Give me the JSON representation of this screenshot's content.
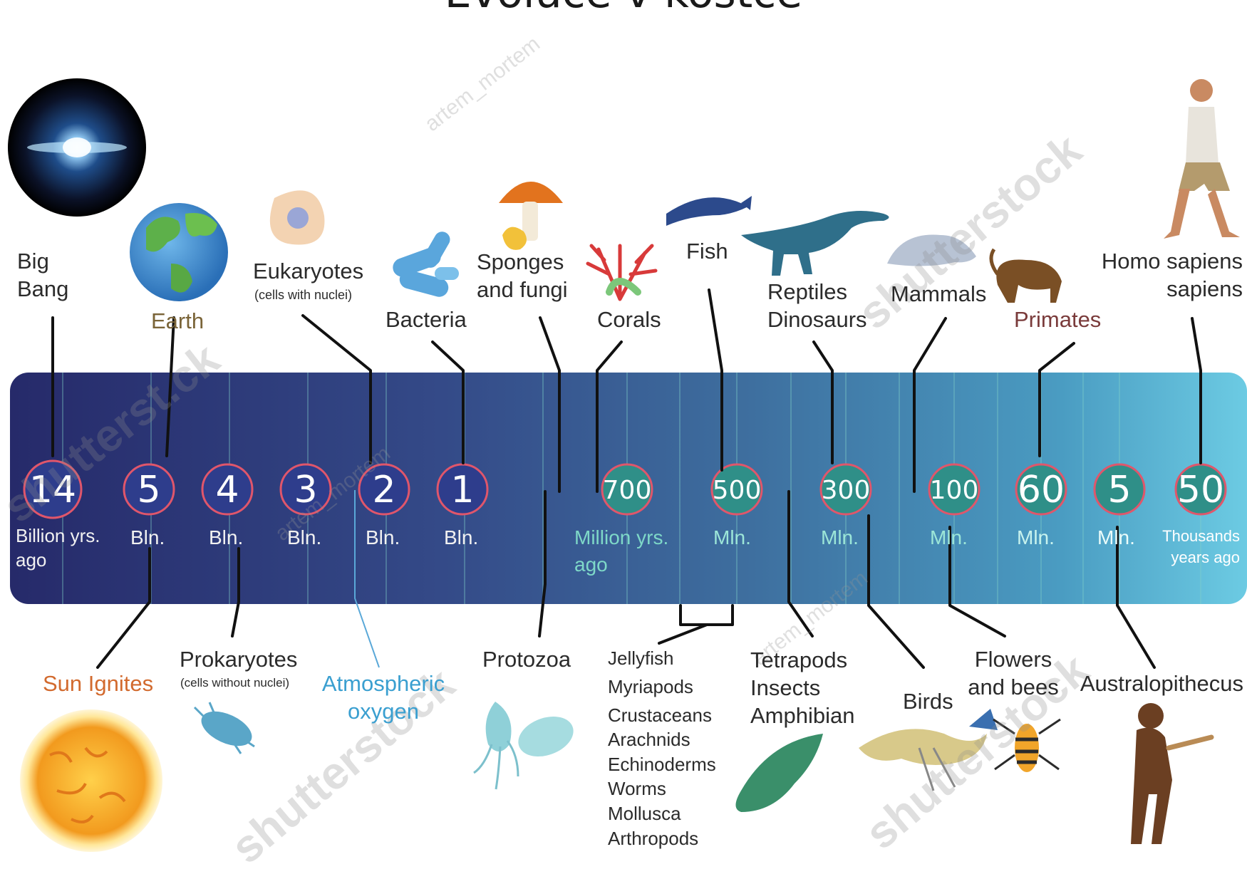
{
  "title": "Evoluce v kostce",
  "colors": {
    "band_start": "#262d6e",
    "band_mid": "#3b5a94",
    "band_end": "#63c2dc",
    "circle_blue": "#2e3d8c",
    "circle_green": "#2f8f88",
    "circle_ring": "#e0566b"
  },
  "markers": [
    {
      "value": "14",
      "unit": "Billion yrs.",
      "unit2": "ago",
      "style": "blue"
    },
    {
      "value": "5",
      "unit": "Bln.",
      "style": "blue"
    },
    {
      "value": "4",
      "unit": "Bln.",
      "style": "blue"
    },
    {
      "value": "3",
      "unit": "Bln.",
      "style": "blue"
    },
    {
      "value": "2",
      "unit": "Bln.",
      "style": "blue"
    },
    {
      "value": "1",
      "unit": "Bln.",
      "style": "blue"
    },
    {
      "value": "700",
      "unit": "Million yrs.",
      "unit2": "ago",
      "style": "green"
    },
    {
      "value": "500",
      "unit": "Mln.",
      "style": "green"
    },
    {
      "value": "300",
      "unit": "Mln.",
      "style": "green"
    },
    {
      "value": "100",
      "unit": "Mln.",
      "style": "green"
    },
    {
      "value": "60",
      "unit": "Mln.",
      "style": "green"
    },
    {
      "value": "5",
      "unit": "Mln.",
      "style": "green"
    },
    {
      "value": "50",
      "unit": "Thousands",
      "unit2": "years ago",
      "style": "green"
    }
  ],
  "labels_top": {
    "big_bang": [
      "Big",
      "Bang"
    ],
    "earth": "Earth",
    "eukaryotes": "Eukaryotes",
    "eukaryotes_note": "(cells with nuclei)",
    "bacteria": "Bacteria",
    "sponges": [
      "Sponges",
      "and fungi"
    ],
    "corals": "Corals",
    "fish": "Fish",
    "reptiles": [
      "Reptiles",
      "Dinosaurs"
    ],
    "mammals": "Mammals",
    "primates": "Primates",
    "homo": [
      "Homo sapiens",
      "sapiens"
    ]
  },
  "labels_bottom": {
    "sun": "Sun Ignites",
    "prokaryotes": "Prokaryotes",
    "prokaryotes_note": "(cells without nuclei)",
    "oxygen": [
      "Atmospheric",
      "oxygen"
    ],
    "protozoa": "Protozoa",
    "invertebrates": [
      "Jellyfish",
      "Myriapods",
      "Crustaceans",
      "Arachnids",
      "Echinoderms",
      "Worms",
      "Mollusca",
      "Arthropods"
    ],
    "tetrapods": [
      "Tetrapods",
      "Insects",
      "Amphibian"
    ],
    "birds": "Birds",
    "flowers": [
      "Flowers",
      "and bees"
    ],
    "australopithecus": "Australopithecus"
  },
  "watermarks": [
    "artem_mortem",
    "shutterstock",
    "shutterst.ck"
  ],
  "icons": [
    "galaxy-icon",
    "earth-icon",
    "cell-icon",
    "bacteria-icon",
    "mushroom-icon",
    "coral-icon",
    "fish-icon",
    "dinosaur-icon",
    "rodent-icon",
    "monkey-icon",
    "man-icon",
    "sun-icon",
    "prokaryote-icon",
    "protozoa-icon",
    "amphibian-icon",
    "bird-icon",
    "bee-icon",
    "hominid-icon"
  ]
}
